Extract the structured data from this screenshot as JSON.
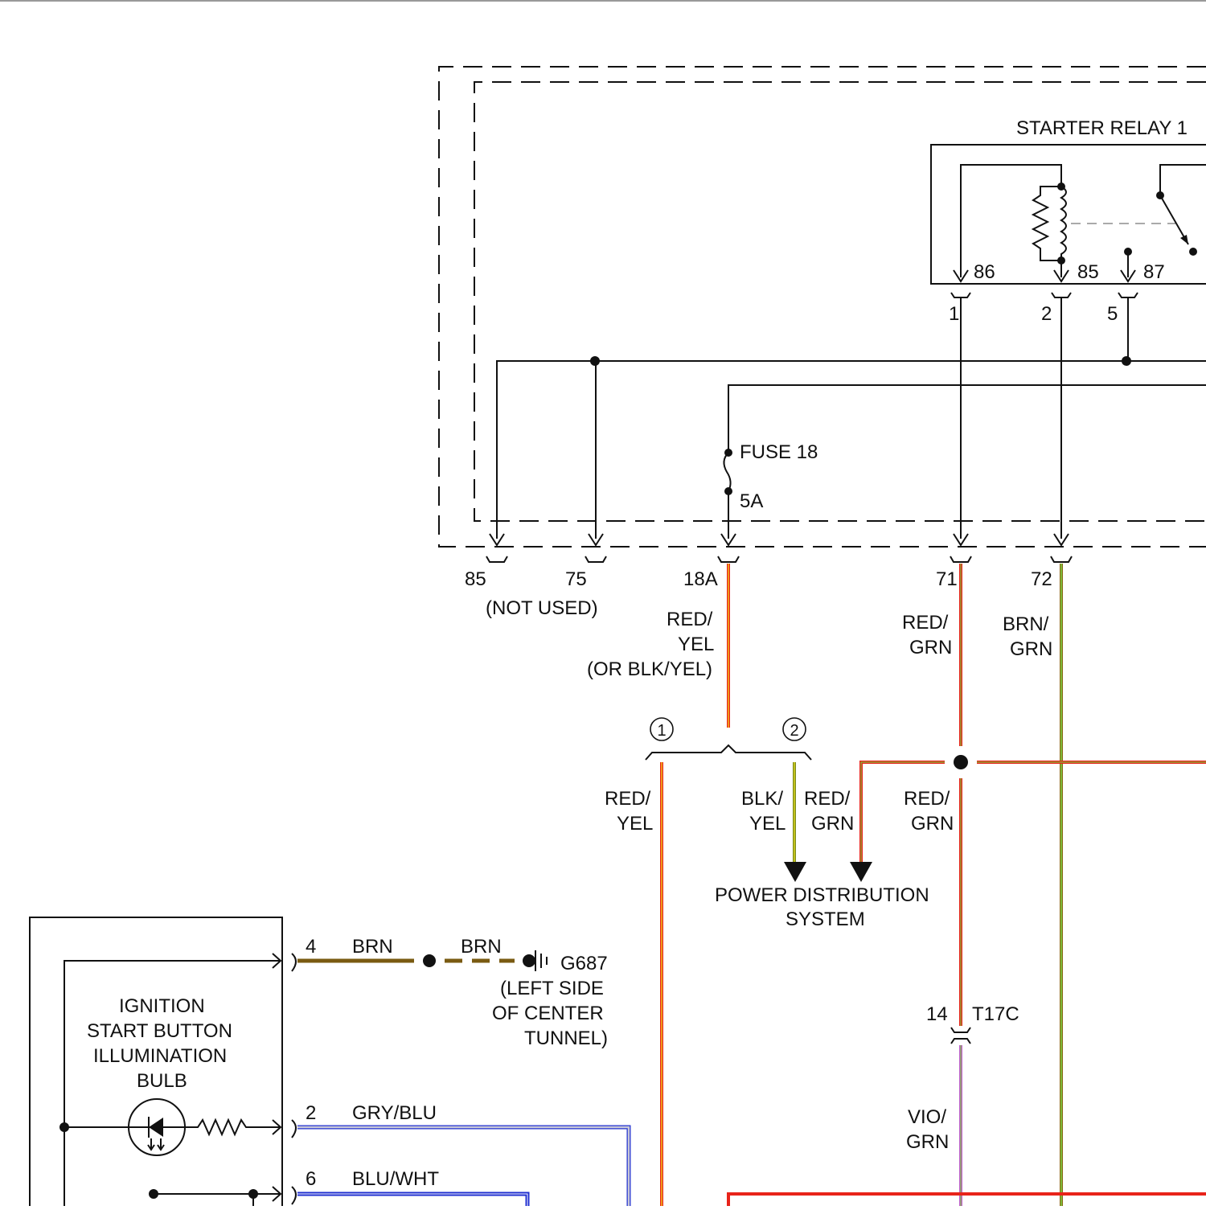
{
  "title": "",
  "labels": {
    "starter_relay": "STARTER RELAY 1",
    "pin_86": "86",
    "pin_85": "85",
    "pin_87": "87",
    "conn_1": "1",
    "conn_2": "2",
    "conn_5": "5",
    "fuse": "FUSE 18",
    "fuse_rating": "5A",
    "term_85": "85",
    "term_75": "75",
    "term_18a": "18A",
    "term_71": "71",
    "term_72": "72",
    "not_used": "(NOT USED)",
    "wire_18a_l1": "RED/",
    "wire_18a_l2": "YEL",
    "wire_18a_l3": "(OR BLK/YEL)",
    "wire_71_l1": "RED/",
    "wire_71_l2": "GRN",
    "wire_72_l1": "BRN/",
    "wire_72_l2": "GRN",
    "variant_1": "1",
    "variant_2": "2",
    "wire_v1_l1": "RED/",
    "wire_v1_l2": "YEL",
    "wire_v2_l1": "BLK/",
    "wire_v2_l2": "YEL",
    "wire_pds_l1": "RED/",
    "wire_pds_l2": "GRN",
    "wire_t17_l1": "RED/",
    "wire_t17_l2": "GRN",
    "pds_l1": "POWER DISTRIBUTION",
    "pds_l2": "SYSTEM",
    "conn_14": "14",
    "conn_t17c": "T17C",
    "wire_vio_l1": "VIO/",
    "wire_vio_l2": "GRN",
    "bulb_l1": "IGNITION",
    "bulb_l2": "START BUTTON",
    "bulb_l3": "ILLUMINATION",
    "bulb_l4": "BULB",
    "pin_4": "4",
    "wire_brn_1": "BRN",
    "wire_brn_2": "BRN",
    "ground": "G687",
    "ground_l1": "(LEFT SIDE",
    "ground_l2": "OF CENTER",
    "ground_l3": "TUNNEL)",
    "pin_2": "2",
    "wire_gry_blu": "GRY/BLU",
    "pin_6": "6",
    "wire_blu_wht": "BLU/WHT"
  },
  "colors": {
    "red": "#e8231a",
    "yellow": "#f2e51a",
    "green": "#7cc23e",
    "brown": "#7a5b12",
    "violet": "#c060d0",
    "gray": "#b8b8cc",
    "blue": "#2030d0",
    "white": "#ffffff",
    "black": "#111111"
  }
}
